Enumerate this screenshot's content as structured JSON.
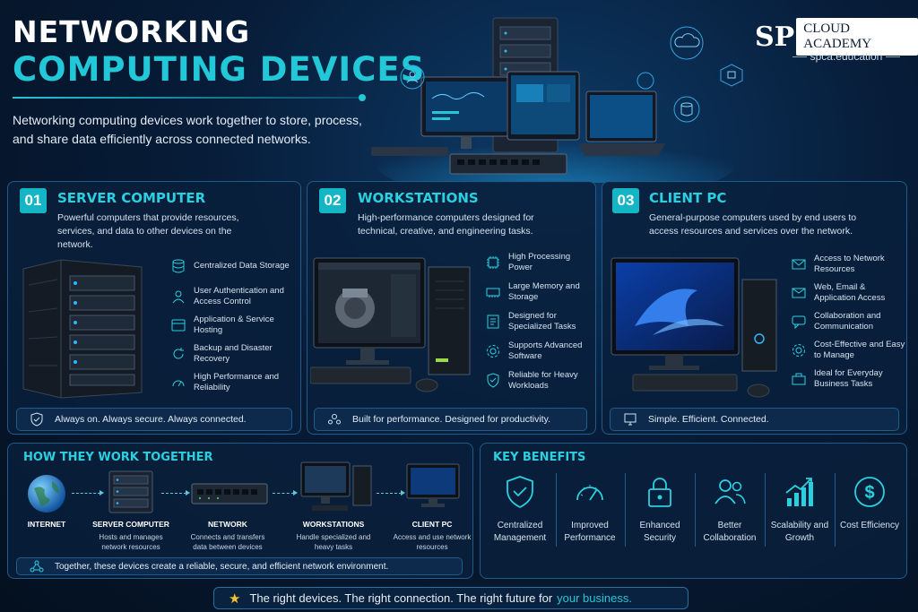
{
  "header": {
    "title_line1": "NETWORKING",
    "title_line2": "COMPUTING DEVICES",
    "intro": "Networking computing devices work together to store, process, and share data efficiently across connected networks."
  },
  "logo": {
    "mark": "SP",
    "name": "CLOUD ACADEMY",
    "url": "spca.education"
  },
  "cards": [
    {
      "number": "01",
      "title": "SERVER COMPUTER",
      "description": "Powerful computers that provide resources, services, and data to other devices on the network.",
      "features": [
        "Centralized Data Storage",
        "User Authentication and Access Control",
        "Application & Service Hosting",
        "Backup and Disaster Recovery",
        "High Performance and Reliability"
      ],
      "footer": "Always on. Always secure. Always connected."
    },
    {
      "number": "02",
      "title": "WORKSTATIONS",
      "description": "High-performance computers designed for technical, creative, and engineering tasks.",
      "features": [
        "High Processing Power",
        "Large Memory and Storage",
        "Designed for Specialized Tasks",
        "Supports Advanced Software",
        "Reliable for Heavy Workloads"
      ],
      "footer": "Built for performance. Designed for productivity."
    },
    {
      "number": "03",
      "title": "CLIENT PC",
      "description": "General-purpose computers used by end users to access resources and services over the network.",
      "features": [
        "Access to Network Resources",
        "Web, Email & Application Access",
        "Collaboration and Communication",
        "Cost-Effective and Easy to Manage",
        "Ideal for Everyday Business Tasks"
      ],
      "footer": "Simple. Efficient. Connected."
    }
  ],
  "flow": {
    "title": "HOW THEY WORK TOGETHER",
    "steps": [
      {
        "label": "INTERNET",
        "sub": ""
      },
      {
        "label": "SERVER COMPUTER",
        "sub": "Hosts and manages network resources"
      },
      {
        "label": "NETWORK",
        "sub": "Connects and transfers data between devices"
      },
      {
        "label": "WORKSTATIONS",
        "sub": "Handle specialized and heavy tasks"
      },
      {
        "label": "CLIENT PC",
        "sub": "Access and use network resources"
      }
    ],
    "footer": "Together, these devices create a reliable, secure, and efficient network environment."
  },
  "benefits": {
    "title": "KEY BENEFITS",
    "items": [
      {
        "label": "Centralized Management",
        "icon": "shield-check-icon"
      },
      {
        "label": "Improved Performance",
        "icon": "gauge-icon"
      },
      {
        "label": "Enhanced Security",
        "icon": "lock-icon"
      },
      {
        "label": "Better Collaboration",
        "icon": "users-icon"
      },
      {
        "label": "Scalability and Growth",
        "icon": "growth-chart-icon"
      },
      {
        "label": "Cost Efficiency",
        "icon": "dollar-coin-icon"
      }
    ]
  },
  "tagline": {
    "main": "The right devices. The right connection. The right future for",
    "highlight": "your business."
  },
  "colors": {
    "accent": "#22c8d8",
    "background": "#071c38",
    "card_border": "#1f5c8a"
  }
}
